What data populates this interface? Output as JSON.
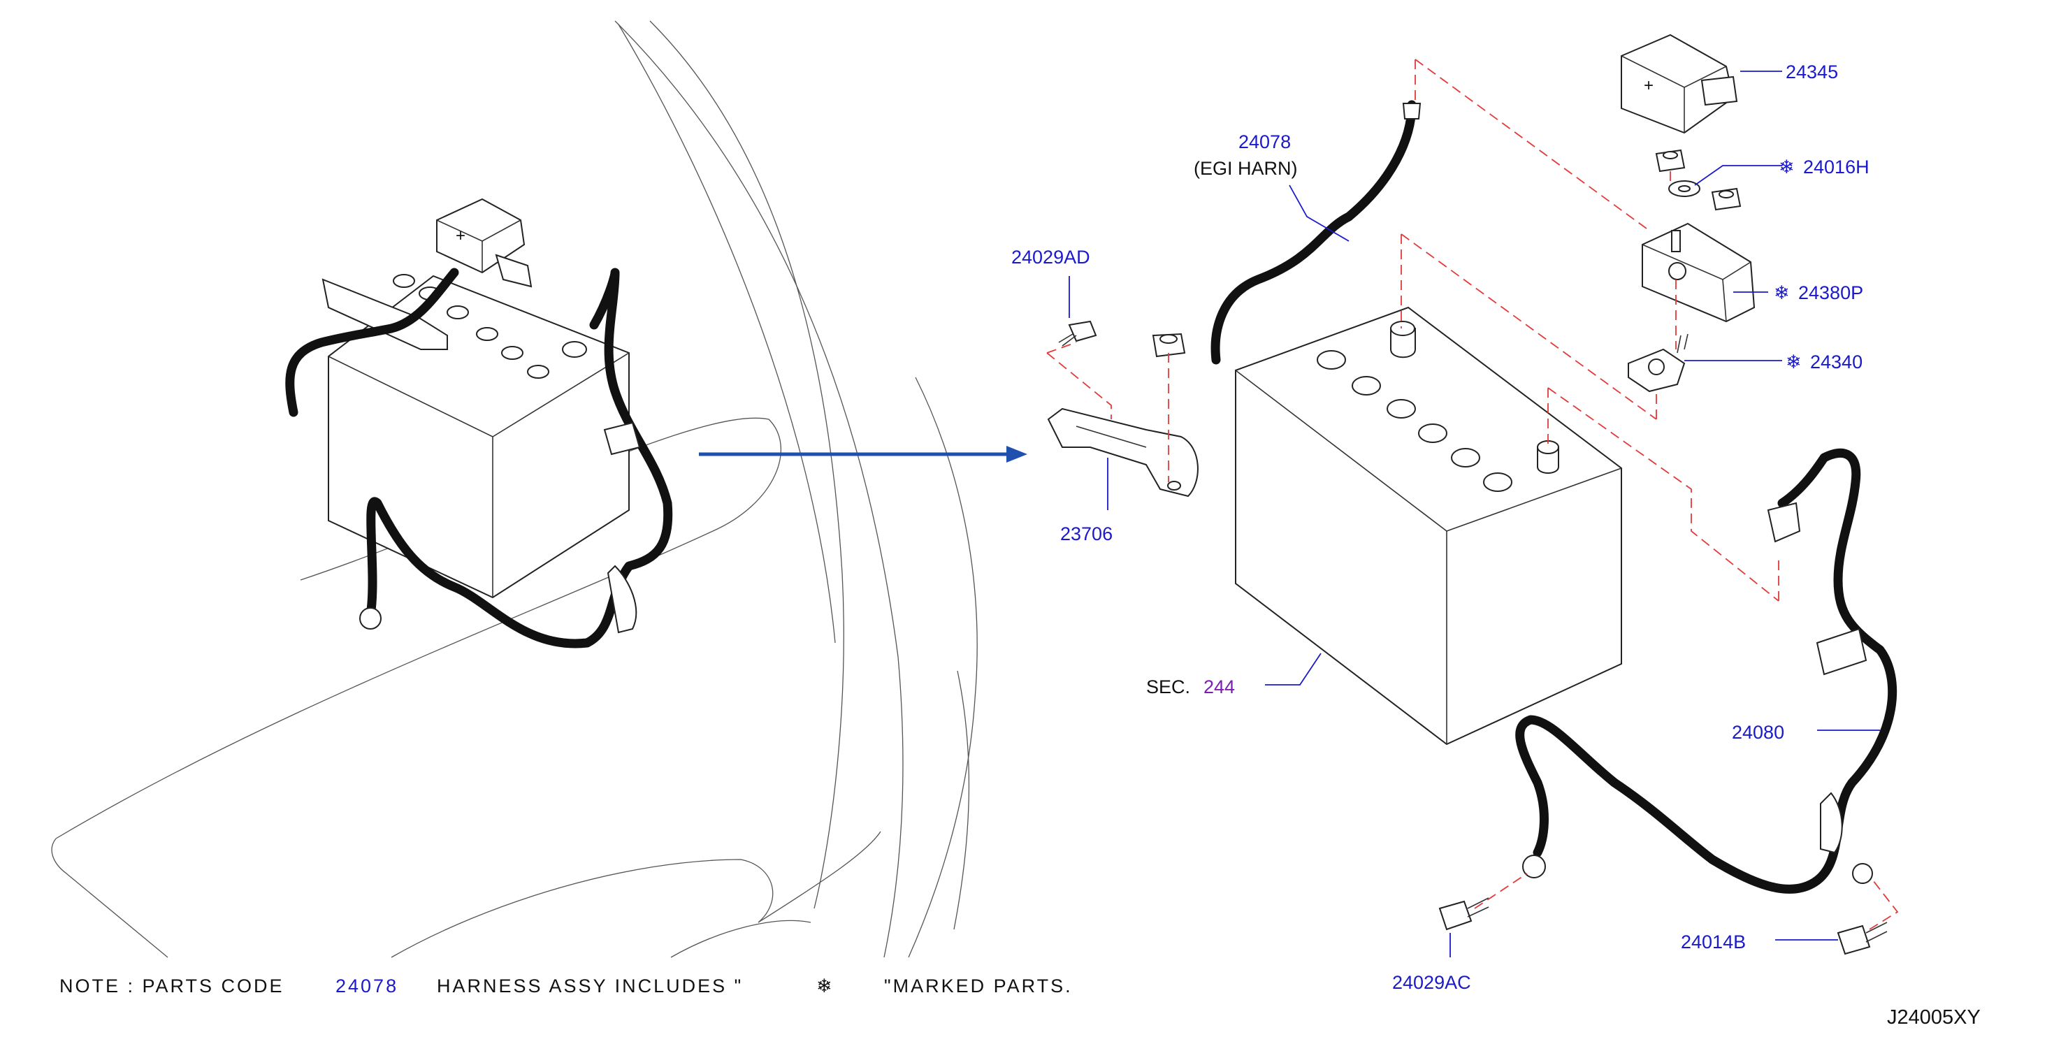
{
  "labels": {
    "p24078": "24078",
    "p24078_sub": "(EGI  HARN)",
    "p24029AD": "24029AD",
    "p23706": "23706",
    "p24345": "24345",
    "p24016H": "24016H",
    "p24380P": "24380P",
    "p24340": "24340",
    "p24080": "24080",
    "p24014B": "24014B",
    "p24029AC": "24029AC",
    "sec_prefix": "SEC.",
    "sec_code": "244",
    "mark_symbol": "❄"
  },
  "note": {
    "lead": "NOTE : PARTS CODE",
    "code": "24078",
    "middle": "HARNESS ASSY  INCLUDES \"",
    "tail": "\"MARKED PARTS."
  },
  "diagram_id": "J24005XY",
  "colors": {
    "part_number": "#1a1acc",
    "section_link": "#7a1fb0",
    "phantom_line": "#e23a3a",
    "arrow": "#1f4faf"
  }
}
